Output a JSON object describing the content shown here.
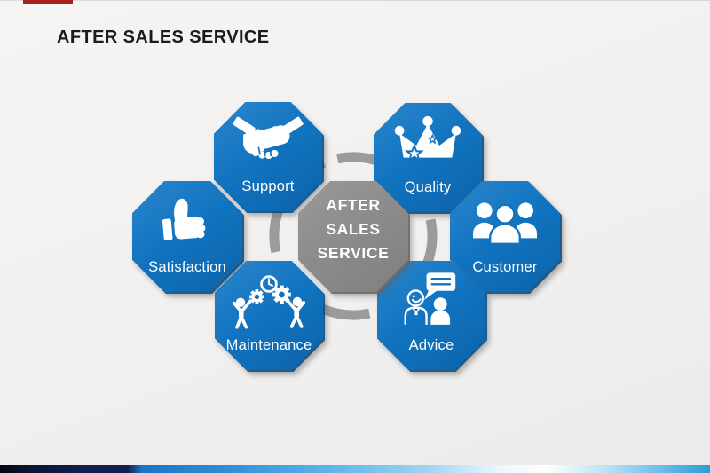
{
  "slide": {
    "title": "AFTER SALES SERVICE",
    "colors": {
      "blue": "#1173bf",
      "gray": "#8b8b8b",
      "background": "#f1f0ee",
      "accent_red": "#a8201f",
      "label_text": "#ffffff",
      "title_text": "#1b1b1b"
    },
    "center": {
      "lines": [
        "AFTER",
        "SALES",
        "SERVICE"
      ]
    },
    "nodes": [
      {
        "id": "support",
        "label": "Support",
        "icon": "handshake-icon"
      },
      {
        "id": "quality",
        "label": "Quality",
        "icon": "crown-icon"
      },
      {
        "id": "customer",
        "label": "Customer",
        "icon": "customers-icon"
      },
      {
        "id": "advice",
        "label": "Advice",
        "icon": "advice-chat-icon"
      },
      {
        "id": "maintenance",
        "label": "Maintenance",
        "icon": "maintenance-gears-icon"
      },
      {
        "id": "satisfaction",
        "label": "Satisfaction",
        "icon": "thumbs-up-icon"
      }
    ]
  }
}
